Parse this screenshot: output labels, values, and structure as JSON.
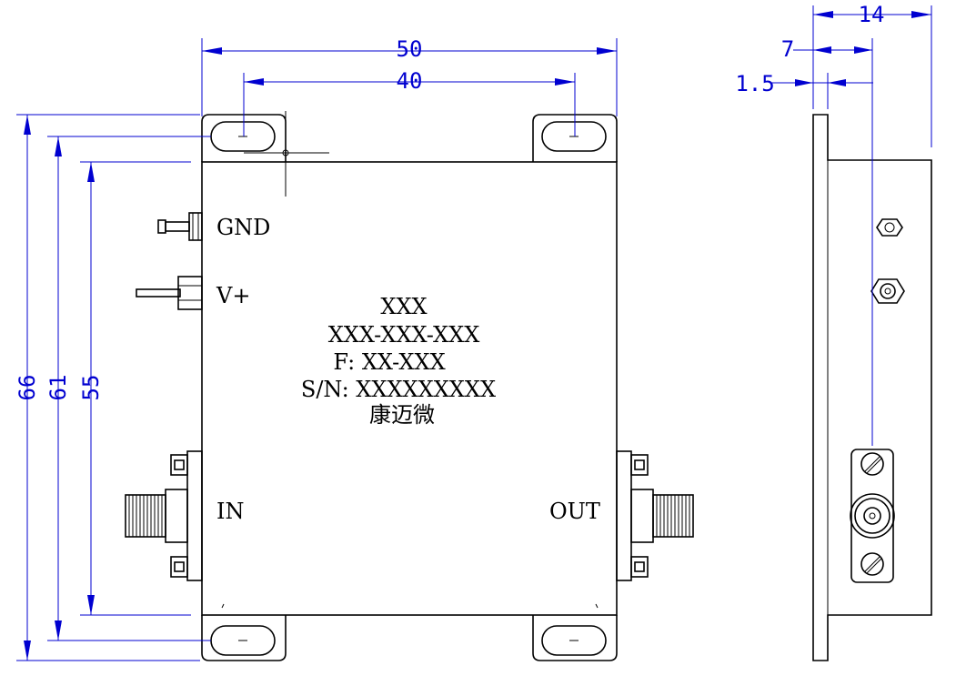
{
  "dimensions": {
    "total_width": "50",
    "mount_hole_spacing": "40",
    "total_height": "66",
    "hole_row_spacing": "61",
    "body_height": "55",
    "side_total_depth": "14",
    "side_hole_offset": "7",
    "flange_thickness": "1.5"
  },
  "ports": {
    "gnd": "GND",
    "vplus": "V+",
    "input": "IN",
    "output": "OUT"
  },
  "label": {
    "line1": "XXX",
    "line2": "XXX-XXX-XXX",
    "line3": "F: XX-XXX",
    "line4": "S/N: XXXXXXXXX",
    "line5": "康迈微"
  },
  "colors": {
    "outline": "#000000",
    "dimension": "#0000d0"
  }
}
